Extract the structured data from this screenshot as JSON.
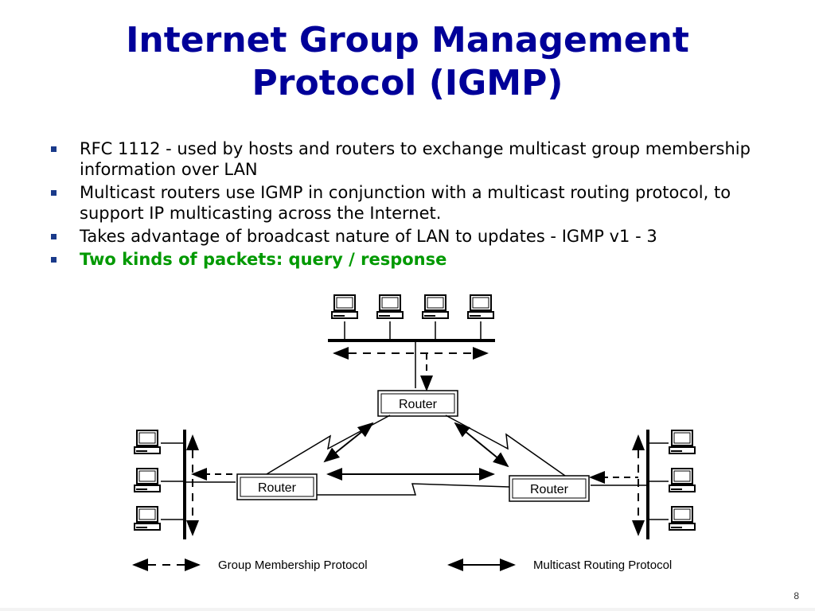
{
  "slide": {
    "title_line1": "Internet Group Management",
    "title_line2": "Protocol (IGMP)",
    "bullets": [
      "RFC 1112 - used by hosts and routers to exchange multicast group membership information over LAN",
      "Multicast routers use IGMP in conjunction with a multicast routing protocol, to support IP multicasting across the Internet.",
      "Takes advantage of broadcast nature of LAN to updates - IGMP v1 - 3",
      "Two kinds of packets: query / response"
    ],
    "page_number": "8"
  },
  "diagram": {
    "router_label": "Router",
    "legend_group": "Group Membership Protocol",
    "legend_multicast": "Multicast Routing Protocol"
  },
  "colors": {
    "title": "#000099",
    "highlight": "#009900",
    "bullet": "#1a3a8a"
  }
}
